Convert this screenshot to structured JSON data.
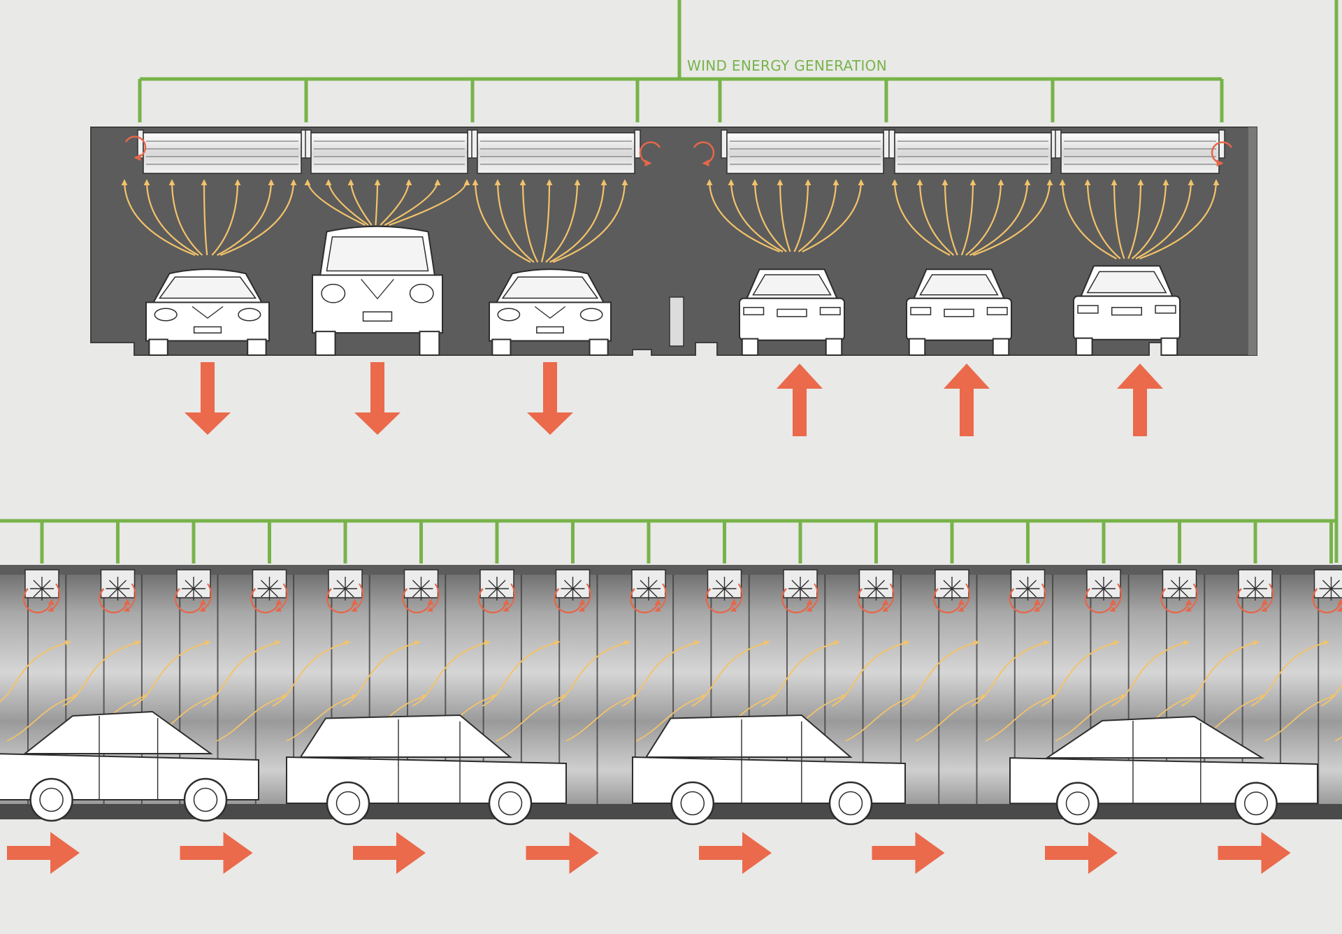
{
  "header": {
    "title": "WIND ENERGY GENERATION"
  },
  "colors": {
    "background": "#e9e9e7",
    "tunnel_fill": "#5c5c5c",
    "cable_green": "#78b34a",
    "air_flow_yellow": "#f3c36a",
    "turbine_rotation_red": "#e5674a",
    "traffic_arrow_orange": "#ea6a4b",
    "car_outline": "#2d2d2d",
    "car_fill": "#ffffff"
  },
  "upper_section": {
    "view": "cross-section",
    "turbine_units": 6,
    "lanes": [
      {
        "vehicle": "sports-coupe-front",
        "traffic_direction": "down"
      },
      {
        "vehicle": "suv-front",
        "traffic_direction": "down"
      },
      {
        "vehicle": "sports-coupe-front",
        "traffic_direction": "down"
      },
      {
        "vehicle": "sedan-rear",
        "traffic_direction": "up"
      },
      {
        "vehicle": "sedan-rear",
        "traffic_direction": "up"
      },
      {
        "vehicle": "wagon-rear",
        "traffic_direction": "up"
      }
    ]
  },
  "lower_section": {
    "view": "long-section",
    "turbine_count": 18,
    "traffic_direction": "right",
    "direction_arrows": 8,
    "vehicles": [
      "sedan-side",
      "wagon-side",
      "wagon-side",
      "sedan-side"
    ]
  },
  "icons": {
    "turbine": "ceiling-turbine-icon",
    "rotation": "rotation-arrow-icon",
    "airflow": "airflow-arrow-icon",
    "traffic": "traffic-direction-arrow-icon"
  }
}
